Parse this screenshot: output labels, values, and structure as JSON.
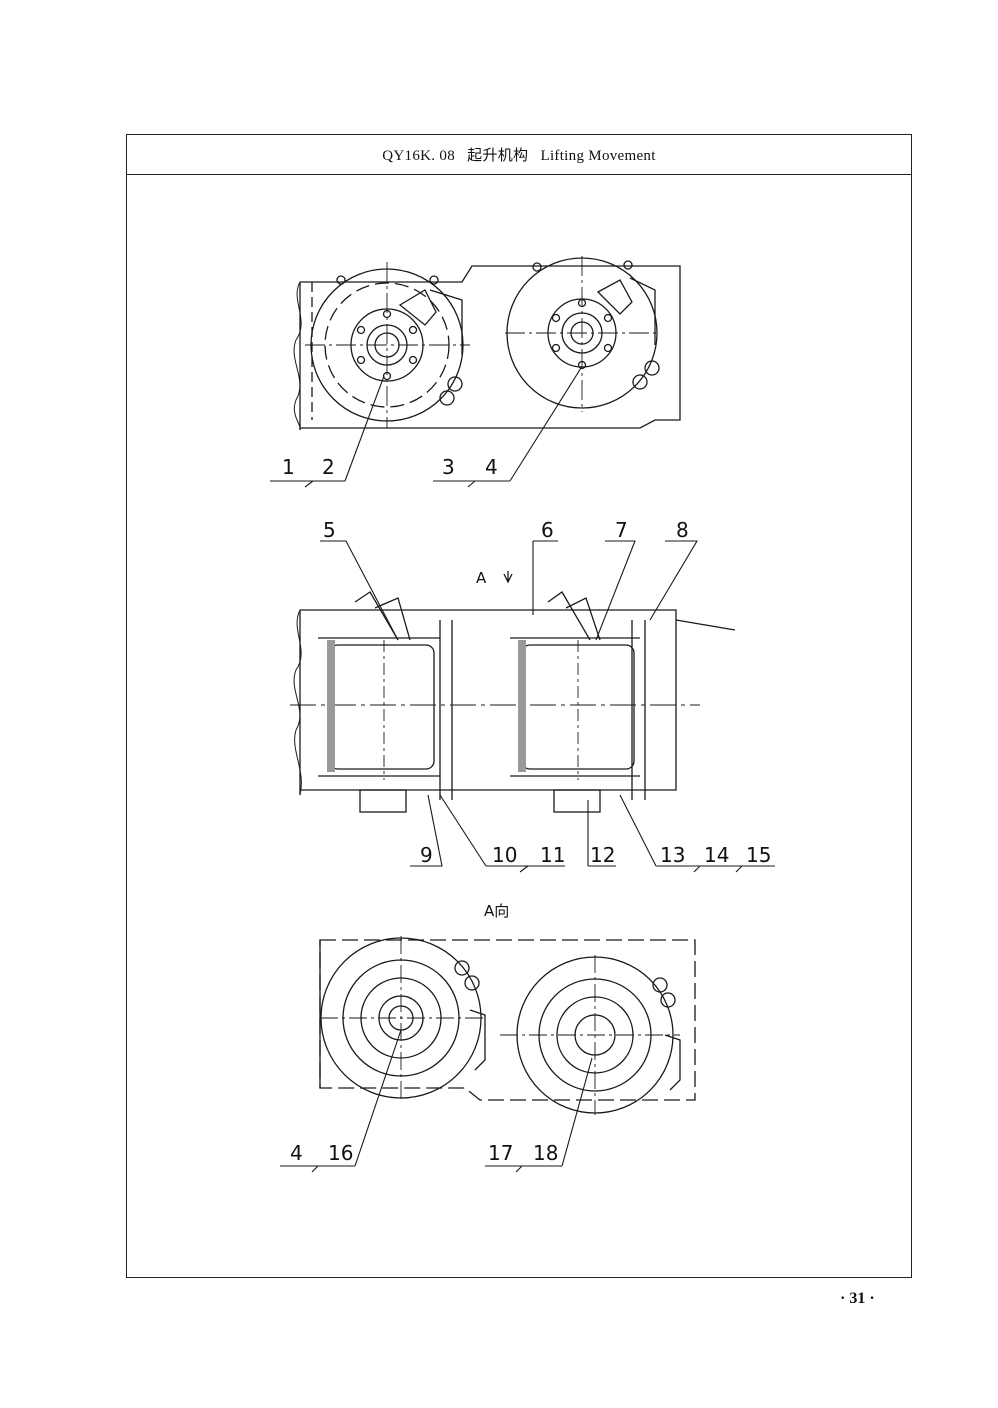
{
  "header": {
    "title": "QY16K. 08   起升机构   Lifting Movement"
  },
  "view_labels": {
    "arrow_a": "A",
    "view_a": "A向"
  },
  "callouts": {
    "top": [
      "1",
      "2",
      "3",
      "4"
    ],
    "middle_top": [
      "5",
      "6",
      "7",
      "8"
    ],
    "middle_bottom": [
      "9",
      "10",
      "11",
      "12",
      "13",
      "14",
      "15"
    ],
    "bottom": [
      "4",
      "16",
      "17",
      "18"
    ]
  },
  "page": {
    "number": "· 31 ·"
  }
}
